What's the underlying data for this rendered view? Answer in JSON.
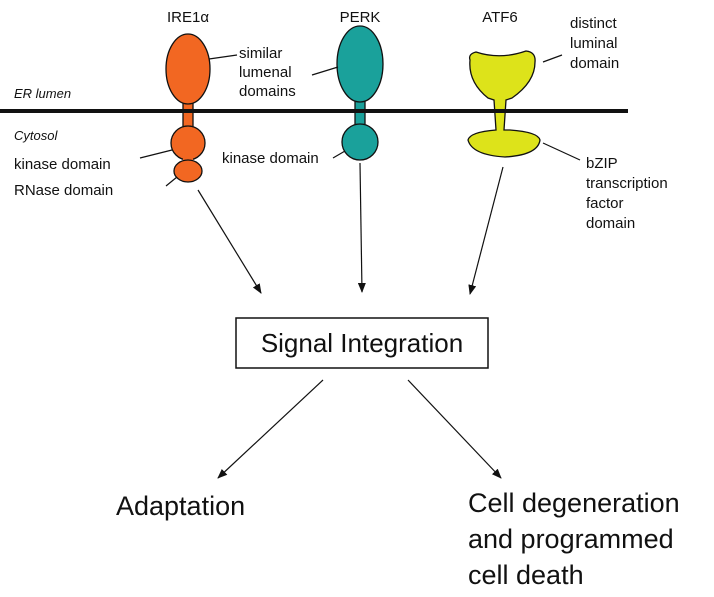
{
  "receptors": {
    "ire1": {
      "name": "IRE1α",
      "color": "#f26722"
    },
    "perk": {
      "name": "PERK",
      "color": "#1aa19b"
    },
    "atf6": {
      "name": "ATF6",
      "color": "#dde31a"
    }
  },
  "compartments": {
    "lumen": "ER lumen",
    "cytosol": "Cytosol"
  },
  "annotations": {
    "similar_domains": [
      "similar",
      "lumenal",
      "domains"
    ],
    "distinct_domain": [
      "distinct",
      "luminal",
      "domain"
    ],
    "ire1_kinase": "kinase domain",
    "ire1_rnase": "RNase domain",
    "perk_kinase": "kinase domain",
    "bzip": [
      "bZIP",
      "transcription",
      "factor",
      "domain"
    ]
  },
  "integration": "Signal Integration",
  "outcomes": {
    "adaptation": "Adaptation",
    "degeneration": [
      "Cell degeneration",
      "and programmed",
      "cell death"
    ]
  }
}
